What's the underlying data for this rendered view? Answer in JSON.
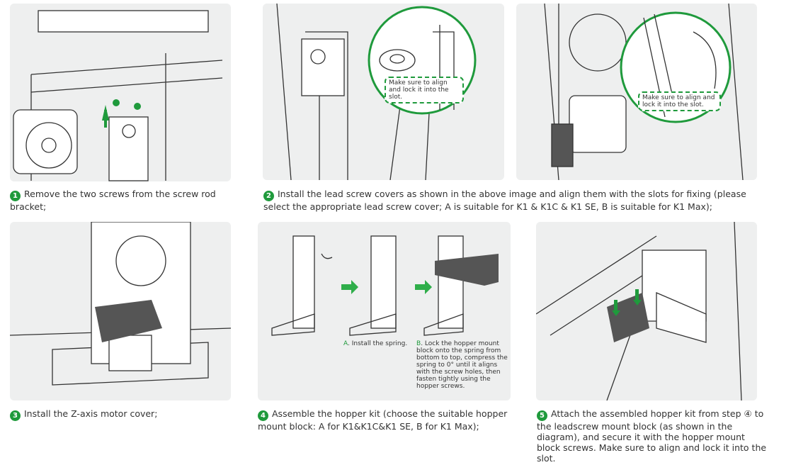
{
  "steps": [
    {
      "num": "1",
      "text": "Remove the two screws from the screw rod bracket;"
    },
    {
      "num": "2",
      "text": "Install the lead screw covers as shown in the above image and align them with the slots for fixing (please select the appropriate lead screw cover; A is suitable for K1 & K1C & K1 SE, B is suitable for K1 Max);"
    },
    {
      "num": "3",
      "text": "Install the Z-axis motor cover;"
    },
    {
      "num": "4",
      "text": "Assemble the hopper kit (choose the suitable hopper mount block: A for K1&K1C&K1 SE, B for K1 Max);"
    },
    {
      "num": "5",
      "text": "Attach the assembled hopper kit from step ④ to the leadscrew mount block (as shown in the diagram), and secure it with the hopper mount block screws. Make sure to align and lock it into the slot."
    }
  ],
  "callouts": {
    "a": "Make sure to align and lock it into the slot.",
    "b": "Make sure to align and lock it into the slot."
  },
  "hopper": {
    "a_letter": "A",
    "a_text": ". Install the spring.",
    "b_letter": "B",
    "b_text": ". Lock the hopper mount block onto the spring from bottom to top, compress the spring to 0° until it aligns with the screw holes, then fasten tightly using the hopper screws."
  },
  "colors": {
    "accent": "#1f9a3c",
    "panel": "#eeefef"
  }
}
